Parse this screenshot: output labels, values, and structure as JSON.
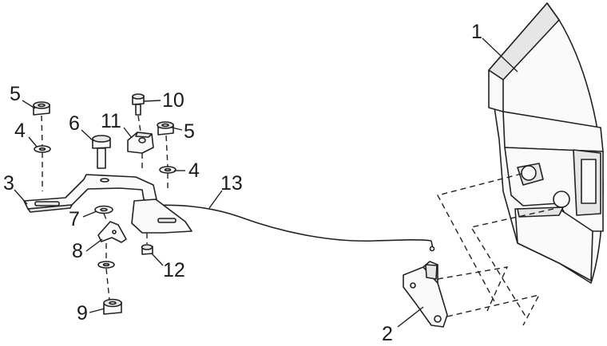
{
  "callouts": {
    "c1": "1",
    "c2": "2",
    "c3": "3",
    "c4a": "4",
    "c4b": "4",
    "c5a": "5",
    "c5b": "5",
    "c6": "6",
    "c7": "7",
    "c8": "8",
    "c9": "9",
    "c10": "10",
    "c11": "11",
    "c12": "12",
    "c13": "13"
  },
  "colors": {
    "line": "#222222",
    "fill": "#fafafa",
    "shade": "#e6e6e6"
  }
}
